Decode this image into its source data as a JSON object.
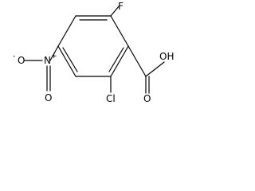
{
  "molecule": {
    "atoms": {
      "fluorine": "F",
      "chlorine": "Cl",
      "carboxyl_oxygen_h": "OH",
      "carbonyl_oxygen": "O",
      "nitro_nitrogen": "N",
      "nitro_nitrogen_charge": "+",
      "nitro_oxygen": "O",
      "nitro_oxygen_charge": "-",
      "nitro_double_oxygen": "O"
    }
  }
}
